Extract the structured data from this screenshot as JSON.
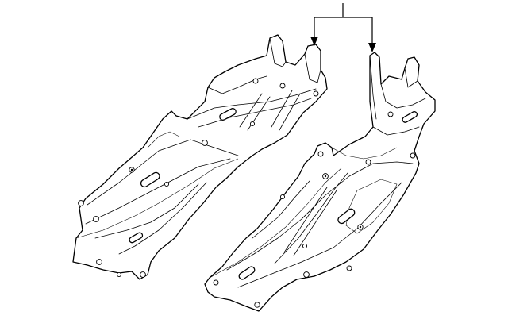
{
  "diagram": {
    "parts": [
      {
        "id": "left-shield",
        "kind": "underbody shield (left)"
      },
      {
        "id": "right-shield",
        "kind": "underbody shield (right)"
      }
    ],
    "callout": {
      "label": "",
      "targets": 2
    }
  }
}
